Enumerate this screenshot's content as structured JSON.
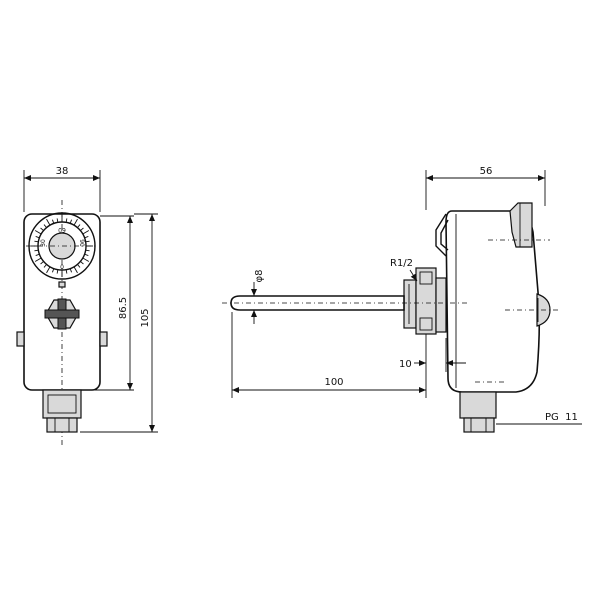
{
  "front_view": {
    "dim_width": "38",
    "dim_inner_height": "86.5",
    "dim_total_height": "105",
    "dial_labels": [
      "30",
      "60",
      "90",
      "0"
    ]
  },
  "side_view": {
    "dim_depth": "56",
    "dim_thread": "R1/2",
    "dim_probe_dia": "φ8",
    "dim_probe_length": "100",
    "dim_offset": "10",
    "cable_gland": "PG  11"
  }
}
